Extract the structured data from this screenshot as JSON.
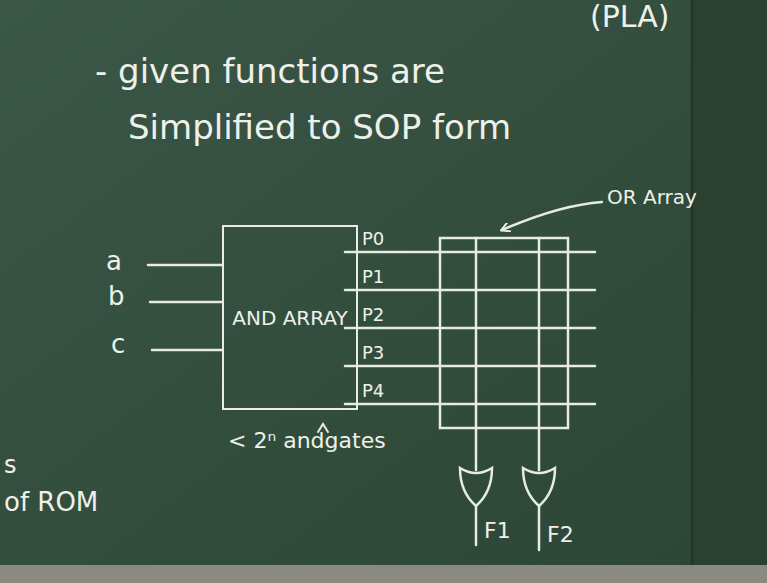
{
  "diagram": {
    "nodes": [
      {
        "text": [
          "AND ARRAY"
        ]
      }
    ],
    "labels": [
      "(PLA)",
      "- given functions are",
      "Simplified to SOP form",
      "OR Array",
      "a",
      "b",
      "c",
      "P0",
      "P1",
      "P2",
      "P3",
      "P4",
      "< 2ⁿ andgates",
      "F1",
      "F2",
      "s",
      "of ROM"
    ]
  }
}
